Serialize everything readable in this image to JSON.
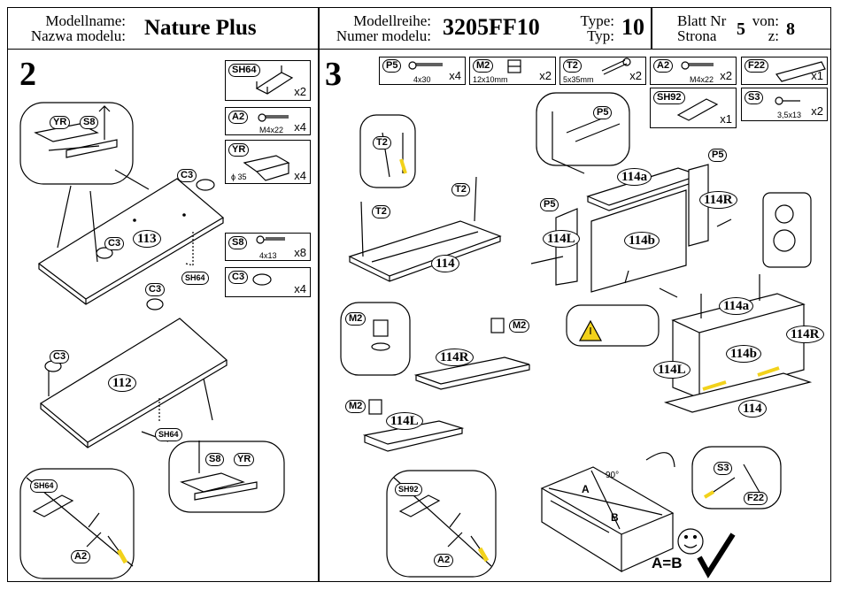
{
  "header": {
    "model_name_label_1": "Modellname:",
    "model_name_label_2": "Nazwa modelu:",
    "model_name": "Nature Plus",
    "series_label_1": "Modellreihe:",
    "series_label_2": "Numer modelu:",
    "series_number": "3205FF10",
    "type_label_1": "Type:",
    "type_label_2": "Typ:",
    "type_value": "10",
    "sheet_label_1": "Blatt Nr",
    "sheet_label_2": "Strona",
    "sheet_number": "5",
    "of_label_1": "von:",
    "of_label_2": "z:",
    "sheet_total": "8"
  },
  "step2": {
    "number": "2",
    "parts": [
      {
        "code": "SH64",
        "spec": "",
        "qty": "x2"
      },
      {
        "code": "A2",
        "spec": "M4x22",
        "qty": "x4"
      },
      {
        "code": "YR",
        "spec": "ϕ 35",
        "qty": "x4"
      },
      {
        "code": "S8",
        "spec": "4x13",
        "qty": "x8"
      },
      {
        "code": "C3",
        "spec": "",
        "qty": "x4"
      }
    ],
    "callouts": {
      "yr": "YR",
      "s8": "S8",
      "c3": "C3",
      "panel_113": "113",
      "panel_112": "112",
      "sh64": "SH64",
      "a2": "A2"
    }
  },
  "step3": {
    "number": "3",
    "parts": [
      {
        "code": "P5",
        "spec": "4x30",
        "qty": "x4"
      },
      {
        "code": "M2",
        "spec": "12x10mm",
        "qty": "x2"
      },
      {
        "code": "T2",
        "spec": "5x35mm",
        "qty": "x2"
      },
      {
        "code": "A2",
        "spec": "M4x22",
        "qty": "x2"
      },
      {
        "code": "F22",
        "spec": "",
        "qty": "x1"
      },
      {
        "code": "SH92",
        "spec": "",
        "qty": "x1"
      },
      {
        "code": "S3",
        "spec": "3,5x13",
        "qty": "x2"
      }
    ],
    "callouts": {
      "t2": "T2",
      "m2": "M2",
      "p5": "P5",
      "s3": "S3",
      "f22": "F22",
      "sh92": "SH92",
      "a2": "A2",
      "p114": "114",
      "p114a": "114a",
      "p114b": "114b",
      "p114r": "114R",
      "p114l": "114L",
      "angle": "90°",
      "diag_a": "A",
      "diag_b": "B",
      "equation": "A=B"
    }
  },
  "colors": {
    "line": "#000000",
    "screwdriver_handle": "#f2d21b",
    "warning": "#f2d21b"
  }
}
